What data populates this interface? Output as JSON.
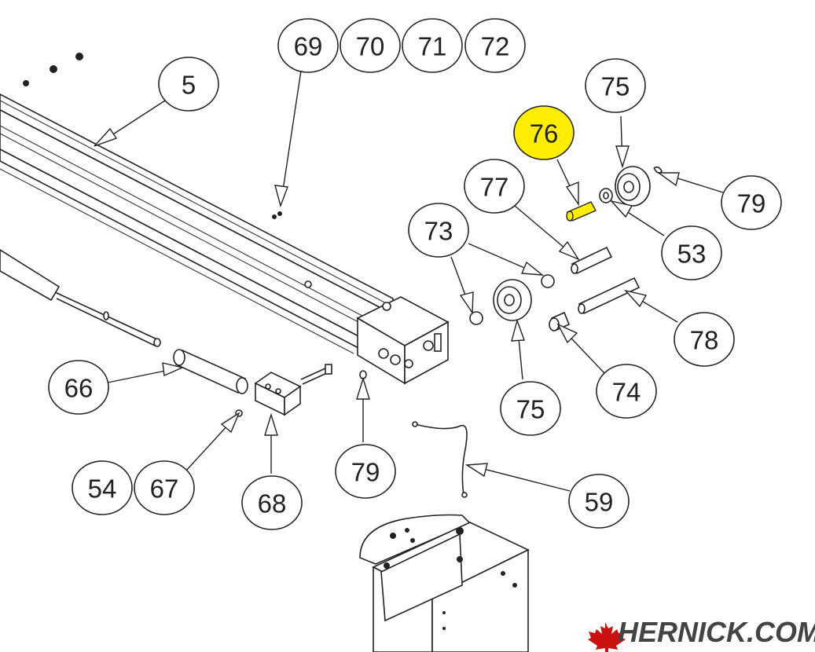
{
  "callouts": [
    {
      "id": "c69",
      "label": "69"
    },
    {
      "id": "c70",
      "label": "70"
    },
    {
      "id": "c71",
      "label": "71"
    },
    {
      "id": "c72",
      "label": "72"
    },
    {
      "id": "c5",
      "label": "5"
    },
    {
      "id": "c75a",
      "label": "75"
    },
    {
      "id": "c76",
      "label": "76",
      "highlight": "#ffee00"
    },
    {
      "id": "c77",
      "label": "77"
    },
    {
      "id": "c79a",
      "label": "79"
    },
    {
      "id": "c53",
      "label": "53"
    },
    {
      "id": "c73",
      "label": "73"
    },
    {
      "id": "c78",
      "label": "78"
    },
    {
      "id": "c66",
      "label": "66"
    },
    {
      "id": "c75b",
      "label": "75"
    },
    {
      "id": "c74",
      "label": "74"
    },
    {
      "id": "c54",
      "label": "54"
    },
    {
      "id": "c67",
      "label": "67"
    },
    {
      "id": "c68",
      "label": "68"
    },
    {
      "id": "c79b",
      "label": "79"
    },
    {
      "id": "c59",
      "label": "59"
    }
  ],
  "watermark": {
    "text": "HERNICK.COM",
    "icon": "maple-leaf-icon",
    "color": "#cc1111"
  },
  "highlight_color": "#ffee00"
}
